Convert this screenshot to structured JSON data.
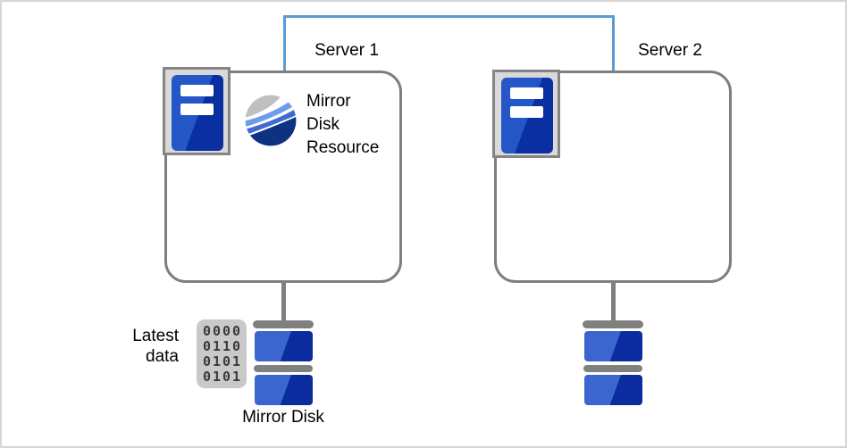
{
  "diagram": {
    "servers": [
      {
        "label": "Server 1"
      },
      {
        "label": "Server 2"
      }
    ],
    "resource": {
      "label": "Mirror Disk Resource"
    },
    "latest_data": {
      "label": "Latest data"
    },
    "binary": {
      "rows": [
        "0000",
        "0110",
        "0101",
        "0101"
      ]
    },
    "mirror_disk": {
      "label": "Mirror Disk"
    },
    "icons": {
      "server": "server-tower-icon",
      "resource": "mirror-wave-sphere-icon",
      "disk": "disk-stack-icon",
      "binary": "binary-data-icon"
    },
    "colors": {
      "heartbeat_blue": "#5b9bd5",
      "box_border_gray": "#7f7f7f",
      "connector_gray": "#808080",
      "icon_frame_gray": "#d9d9d9",
      "tower_blue_light": "#2456c8",
      "tower_blue_dark": "#0a2fa0",
      "disk_blue_light": "#3b66d0",
      "disk_blue_dark": "#0a2c9e",
      "binary_box_gray": "#c9c9c9",
      "wave_gray": "#bfbfbf",
      "wave_light_blue": "#6d9ceb",
      "wave_mid_blue": "#3e6bd2",
      "wave_navy": "#0e3182"
    }
  }
}
